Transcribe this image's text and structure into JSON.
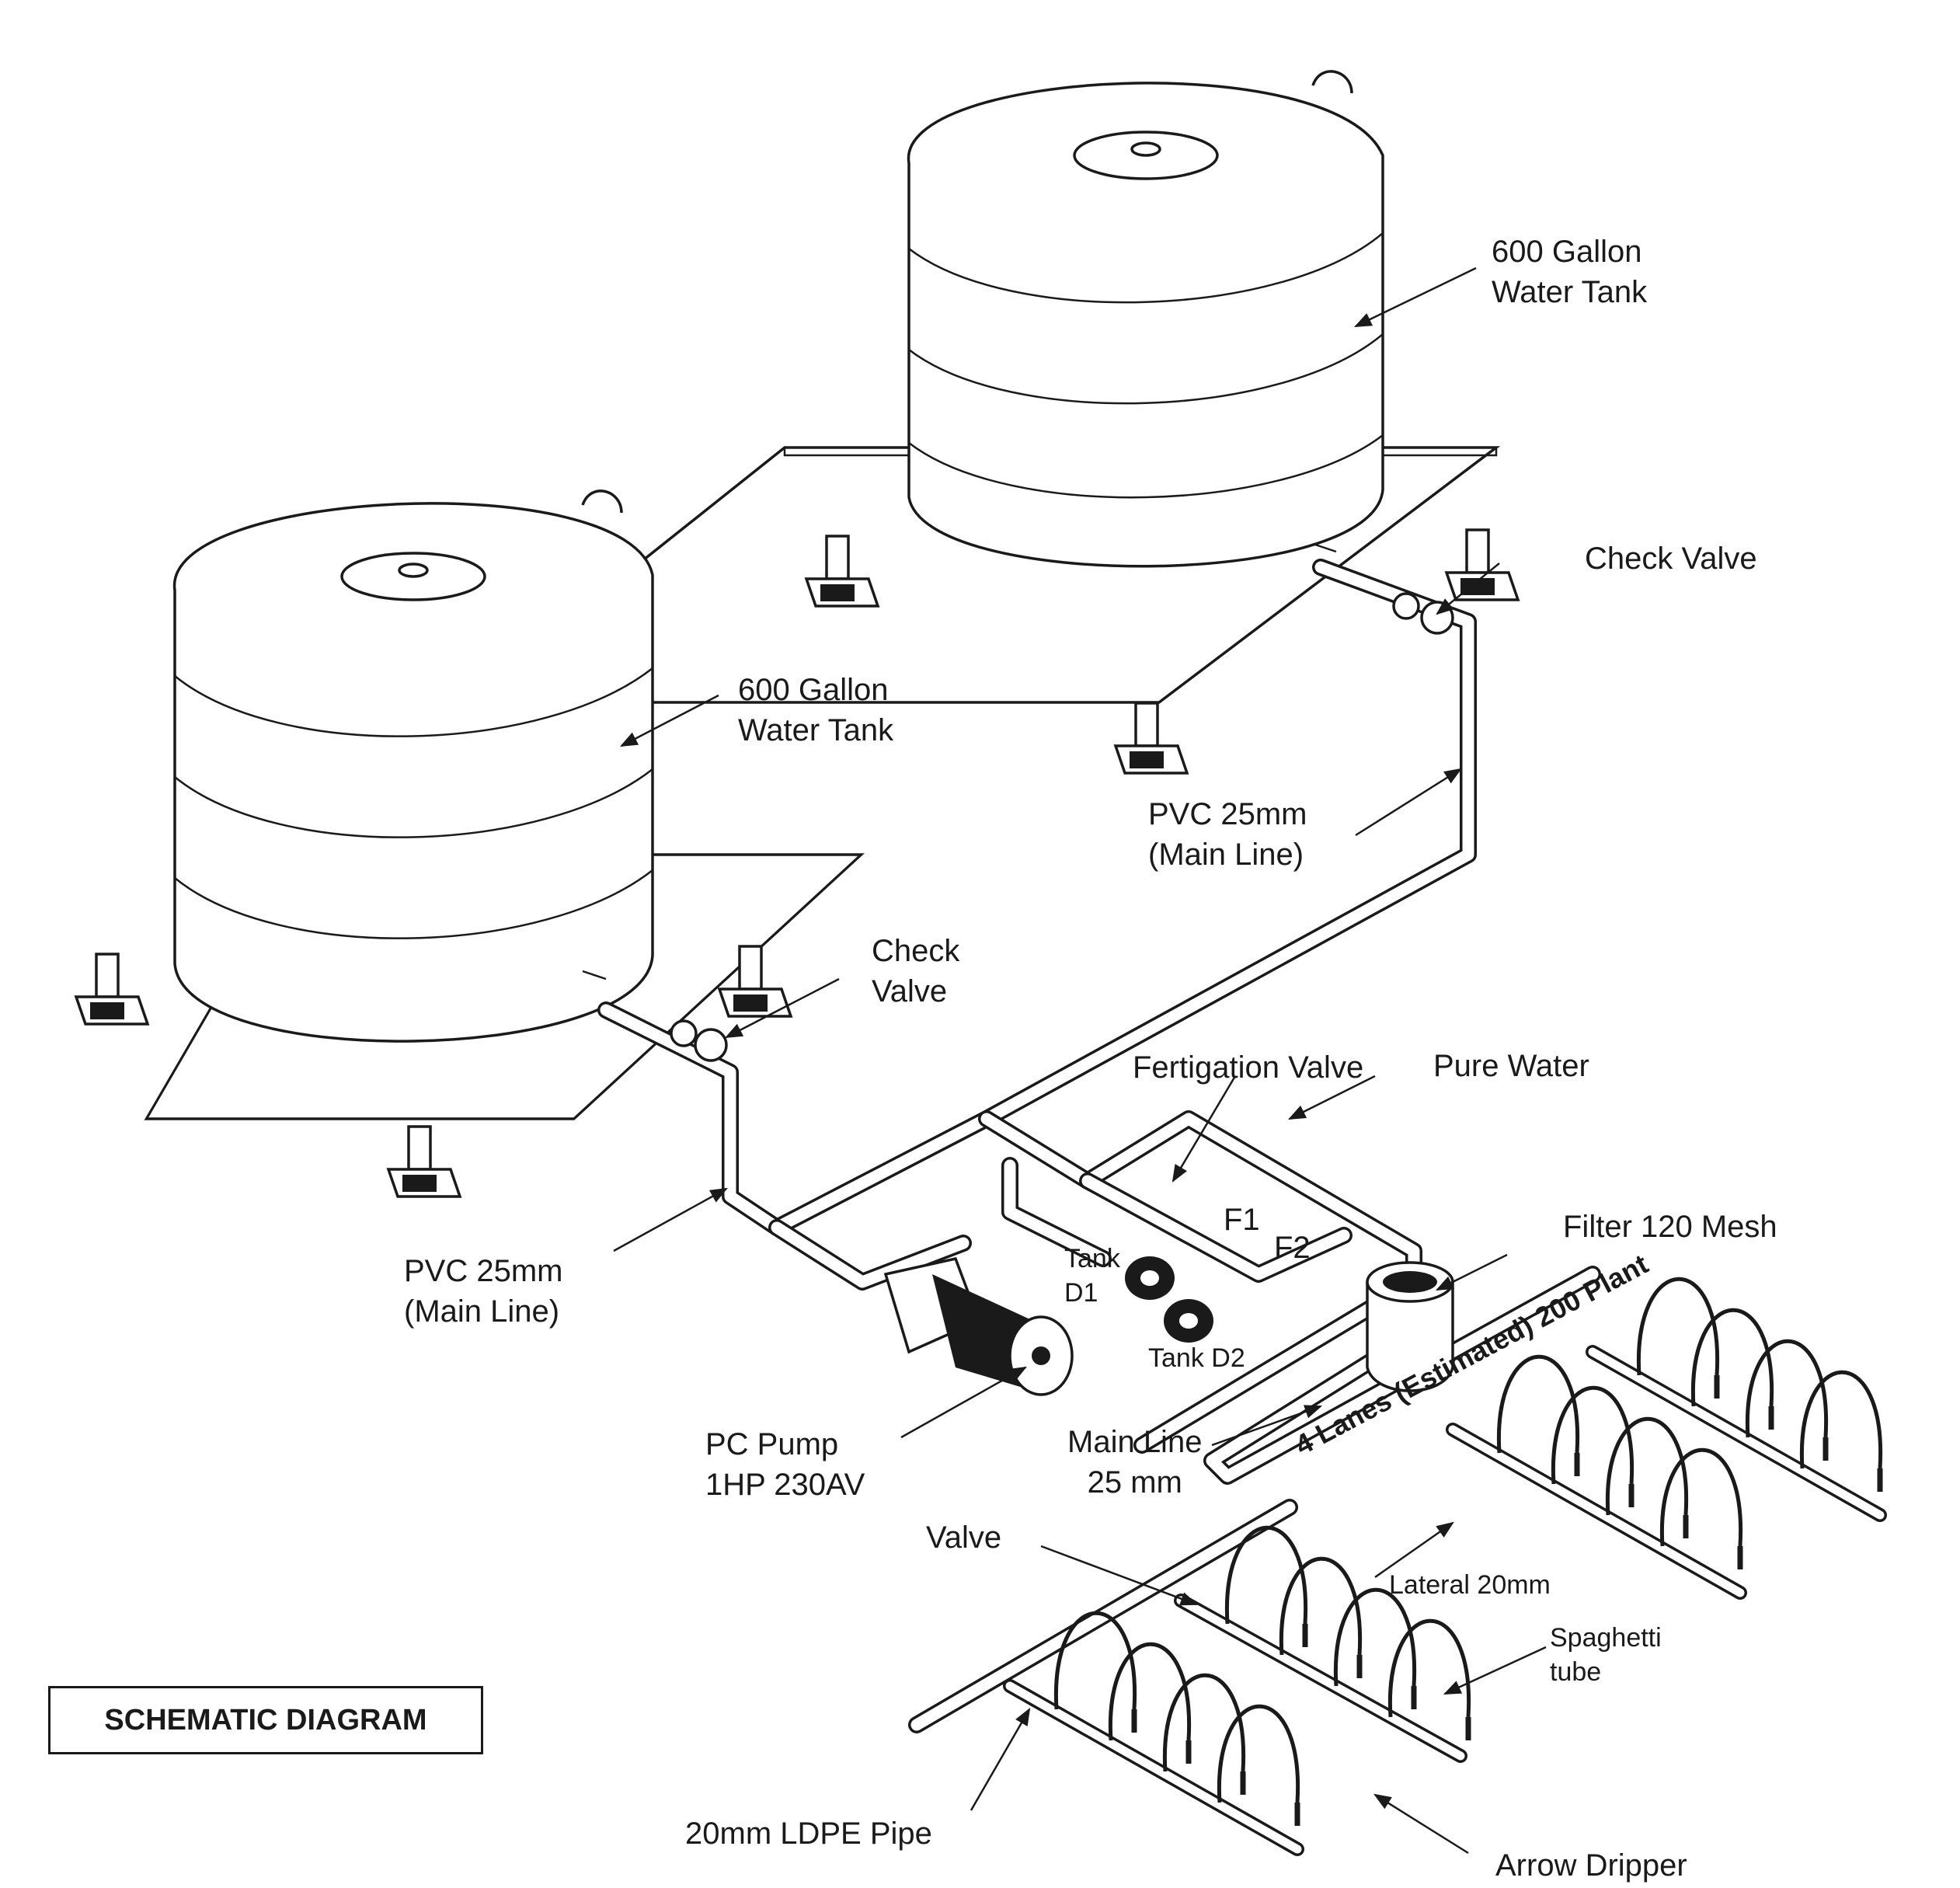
{
  "labels": {
    "tank_right": [
      "600 Gallon",
      "Water Tank"
    ],
    "tank_left": [
      "600 Gallon",
      "Water Tank"
    ],
    "check_valve_right": [
      "Check Valve"
    ],
    "check_valve_left": [
      "Check",
      "Valve"
    ],
    "pvc_right": [
      "PVC 25mm",
      "(Main Line)"
    ],
    "pvc_left": [
      "PVC 25mm",
      "(Main Line)"
    ],
    "fertigation_valve": "Fertigation Valve",
    "pure_water": "Pure Water",
    "f1": "F1",
    "f2": "F2",
    "filter": "Filter 120 Mesh",
    "tank_d1": [
      "Tank",
      "D1"
    ],
    "tank_d2": "Tank  D2",
    "pump": [
      "PC Pump",
      "1HP 230AV"
    ],
    "main_line": [
      "Main  Line",
      "25 mm"
    ],
    "lanes": "4 Lanes (Estimated) 200 Plant",
    "valve": "Valve",
    "lateral": "Lateral 20mm",
    "spaghetti": [
      "Spaghetti",
      "tube"
    ],
    "ldpe": "20mm LDPE Pipe",
    "arrow_dripper": "Arrow Dripper",
    "title": "SCHEMATIC DIAGRAM"
  },
  "icons": [
    "water-tank-icon",
    "check-valve-icon",
    "pump-icon",
    "filter-icon",
    "fertigation-tank-icon",
    "arrow-dripper-icon"
  ]
}
